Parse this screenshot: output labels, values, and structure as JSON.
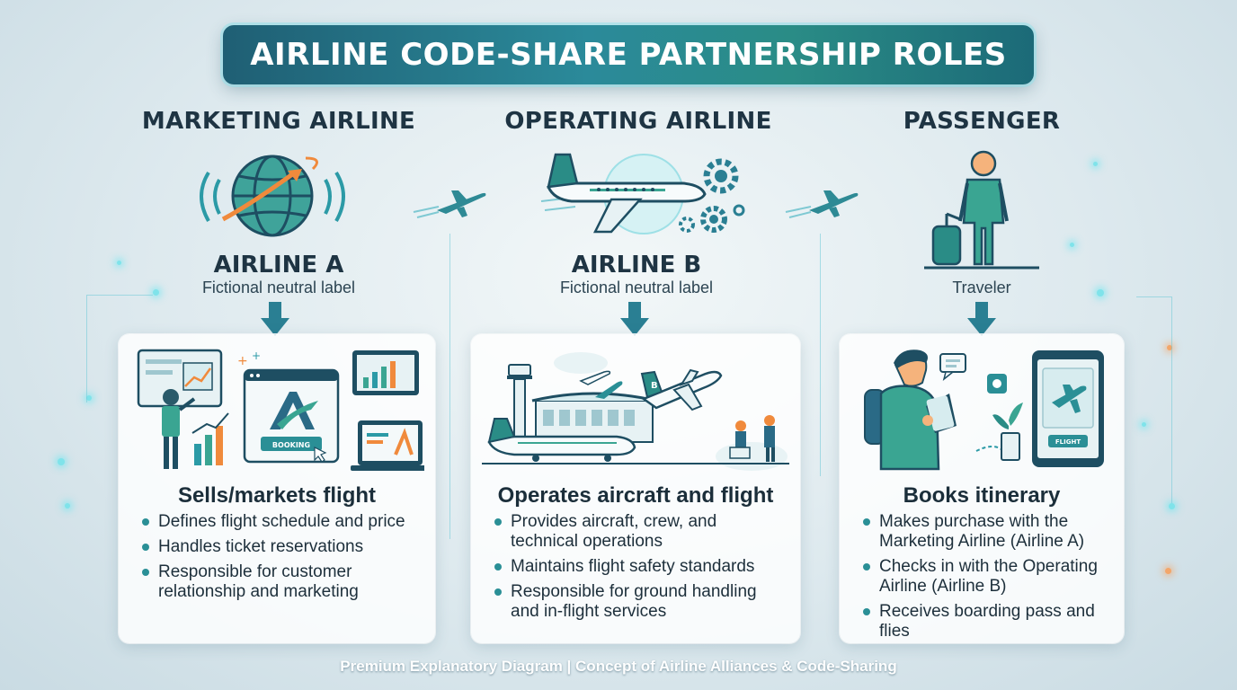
{
  "title": "AIRLINE CODE-SHARE PARTNERSHIP ROLES",
  "footer": "Premium Explanatory Diagram | Concept of Airline Alliances & Code-Sharing",
  "colors": {
    "banner": "#2b8a9a",
    "accent_teal": "#2a8f96",
    "accent_orange": "#f08a3c",
    "text_dark": "#1e3443"
  },
  "columns": [
    {
      "heading": "MARKETING AIRLINE",
      "entity": "AIRLINE A",
      "entity_sub": "Fictional neutral label",
      "icon": "globe-icon",
      "illustration": {
        "booking_label": "BOOKING"
      },
      "role": "Sells/markets flight",
      "bullets": [
        "Defines flight schedule and price",
        "Handles ticket reservations",
        "Responsible for customer relationship and marketing"
      ]
    },
    {
      "heading": "OPERATING AIRLINE",
      "entity": "AIRLINE B",
      "entity_sub": "Fictional neutral label",
      "icon": "airplane-gears-icon",
      "illustration": {
        "tail_letter": "B"
      },
      "role": "Operates aircraft and flight",
      "bullets": [
        "Provides aircraft, crew, and technical operations",
        "Maintains flight safety standards",
        "Responsible for ground handling and in-flight services"
      ]
    },
    {
      "heading": "PASSENGER",
      "entity": "",
      "entity_sub": "Traveler",
      "icon": "traveler-icon",
      "illustration": {
        "flight_label": "FLIGHT"
      },
      "role": "Books itinerary",
      "bullets": [
        "Makes purchase with the Marketing Airline (Airline A)",
        "Checks in with the Operating Airline (Airline B)",
        "Receives boarding pass and flies"
      ]
    }
  ]
}
